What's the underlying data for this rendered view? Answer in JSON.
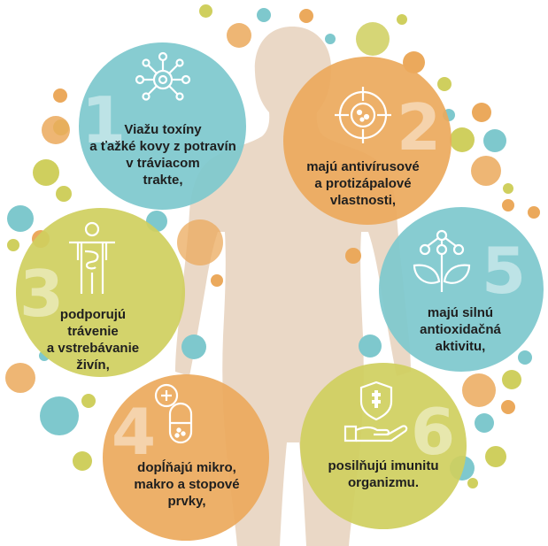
{
  "colors": {
    "teal": "#7ec8cd",
    "orange": "#eba95c",
    "olive": "#cfcf5e",
    "body": "#ead8c6",
    "text": "#1f1f1f"
  },
  "benefits": [
    {
      "number": "1",
      "text": "Viažu toxíny\na ťažké kovy z potravín\nv tráviacom\ntrakte,",
      "color": "teal",
      "icon": "molecule-network-icon"
    },
    {
      "number": "2",
      "text": "majú antivírusové\na protizápalové\nvlastnosti,",
      "color": "orange",
      "icon": "virus-target-icon"
    },
    {
      "number": "3",
      "text": "podporujú\ntrávenie\na vstrebávanie\nživín,",
      "color": "olive",
      "icon": "digestive-body-icon"
    },
    {
      "number": "4",
      "text": "dopĺňajú mikro,\nmakro a stopové\nprvky,",
      "color": "orange",
      "icon": "pill-capsule-icon"
    },
    {
      "number": "5",
      "text": "majú silnú\nantioxidačná\naktivitu,",
      "color": "teal",
      "icon": "leaf-molecule-icon"
    },
    {
      "number": "6",
      "text": "posilňujú imunitu\norganizmu.",
      "color": "olive",
      "icon": "hand-shield-icon"
    }
  ]
}
